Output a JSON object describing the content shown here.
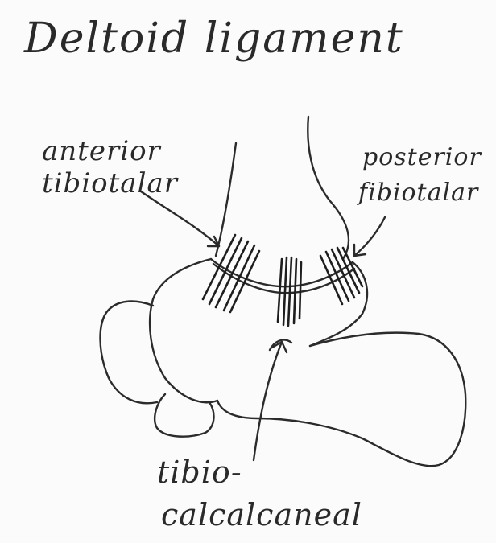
{
  "title": "Deltoid ligament",
  "labels": {
    "anterior_line1": "anterior",
    "anterior_line2": "tibiotalar",
    "posterior_line1": "posterior",
    "posterior_line2": "fibiotalar",
    "tibio_line1": "tibio-",
    "tibio_line2": "calcalcaneal"
  },
  "colors": {
    "paper": "#fbfbfb",
    "pencil": "#2b2b2b"
  }
}
